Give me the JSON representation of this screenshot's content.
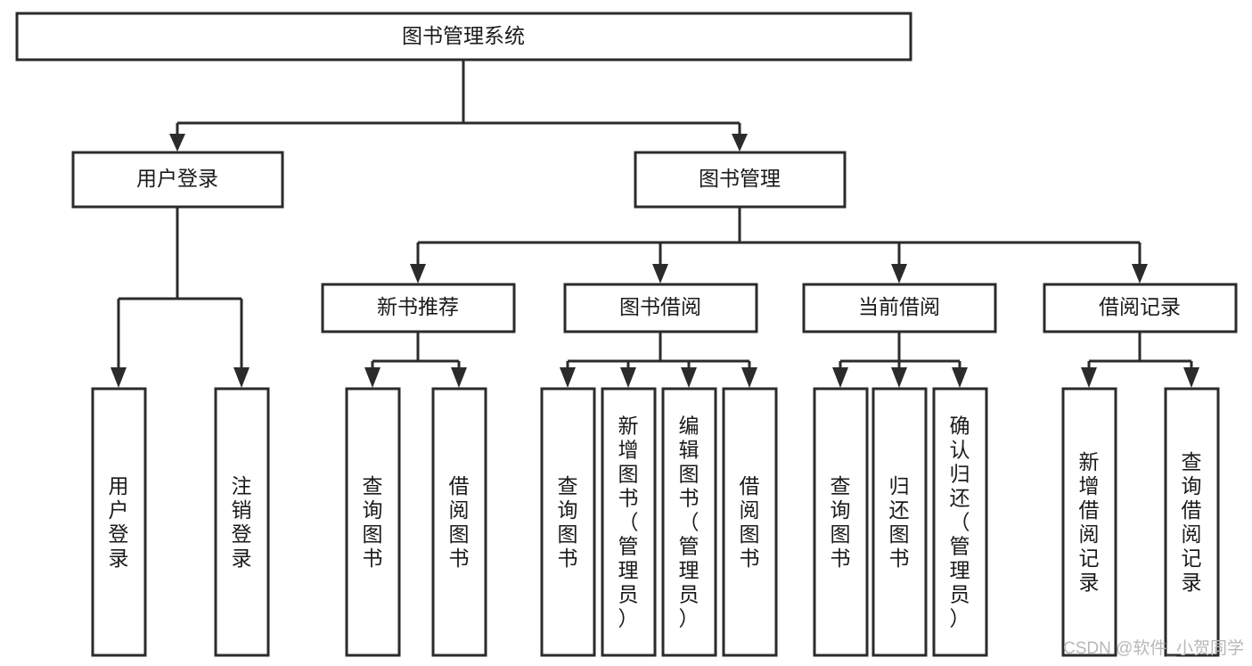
{
  "diagram": {
    "title": "图书管理系统",
    "type": "tree-hierarchy-diagram",
    "colors": {
      "stroke": "#2b2b2b",
      "fill": "#ffffff",
      "text": "#1a1a1a",
      "watermark": "#b8b8b8"
    },
    "root": {
      "label": "图书管理系统",
      "orientation": "horizontal"
    },
    "level2": [
      {
        "label": "用户登录",
        "orientation": "horizontal"
      },
      {
        "label": "图书管理",
        "orientation": "horizontal"
      }
    ],
    "level3": [
      {
        "label": "新书推荐",
        "orientation": "horizontal"
      },
      {
        "label": "图书借阅",
        "orientation": "horizontal"
      },
      {
        "label": "当前借阅",
        "orientation": "horizontal"
      },
      {
        "label": "借阅记录",
        "orientation": "horizontal"
      }
    ],
    "leaves": {
      "user_login": [
        {
          "label": "用户登录",
          "orientation": "vertical"
        },
        {
          "label": "注销登录",
          "orientation": "vertical"
        }
      ],
      "new_book_recommend": [
        {
          "label": "查询图书",
          "orientation": "vertical"
        },
        {
          "label": "借阅图书",
          "orientation": "vertical"
        }
      ],
      "book_borrow": [
        {
          "label": "查询图书",
          "orientation": "vertical"
        },
        {
          "label": "新增图书（管理员）",
          "orientation": "vertical"
        },
        {
          "label": "编辑图书（管理员）",
          "orientation": "vertical"
        },
        {
          "label": "借阅图书",
          "orientation": "vertical"
        }
      ],
      "current_borrow": [
        {
          "label": "查询图书",
          "orientation": "vertical"
        },
        {
          "label": "归还图书",
          "orientation": "vertical"
        },
        {
          "label": "确认归还（管理员）",
          "orientation": "vertical"
        }
      ],
      "borrow_record": [
        {
          "label": "新增借阅记录",
          "orientation": "vertical"
        },
        {
          "label": "查询借阅记录",
          "orientation": "vertical"
        }
      ]
    },
    "watermark": "CSDN @软件_小贺同学"
  }
}
